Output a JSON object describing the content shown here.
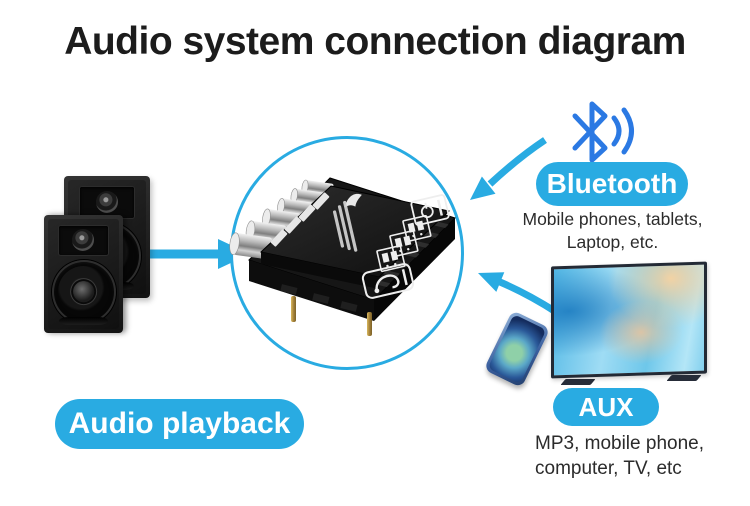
{
  "title": "Audio system connection diagram",
  "colors": {
    "accent": "#29abe2",
    "bluetooth_icon_blue": "#2b79e3",
    "text_dark": "#2b2b2b"
  },
  "sections": {
    "bluetooth": {
      "icon": "bluetooth-icon",
      "label": "Bluetooth",
      "desc_line1": "Mobile phones, tablets,",
      "desc_line2": "Laptop, etc."
    },
    "aux": {
      "label": "AUX",
      "desc_line1": "MP3, mobile phone,",
      "desc_line2": "computer, TV, etc"
    },
    "playback": {
      "label": "Audio playback"
    }
  }
}
